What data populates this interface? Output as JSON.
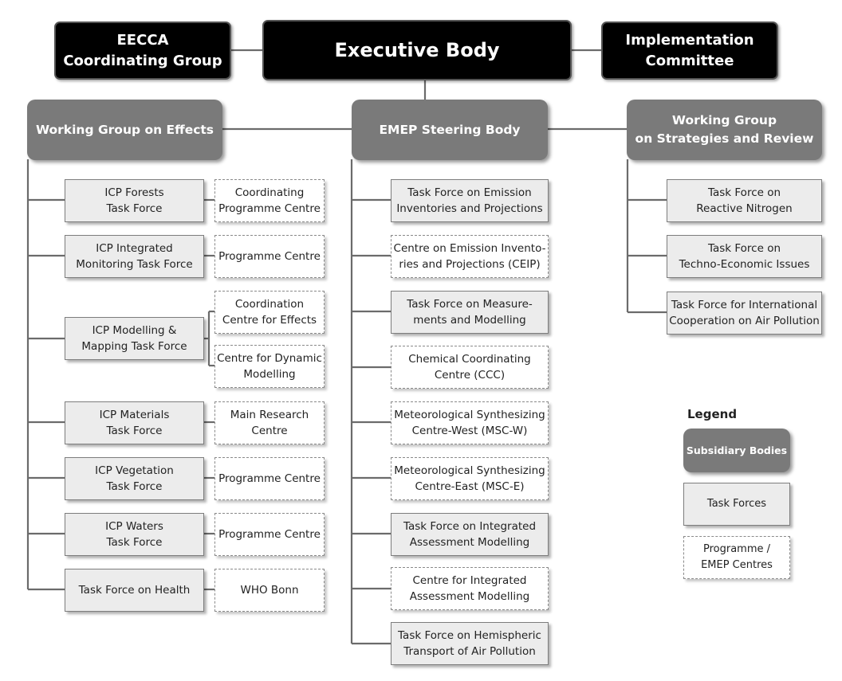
{
  "top": {
    "eecca": "EECCA\nCoordinating Group",
    "executive": "Executive Body",
    "implementation": "Implementation\nCommittee"
  },
  "subsidiary": {
    "effects": "Working Group on Effects",
    "emep": "EMEP Steering Body",
    "strategies": "Working Group\non Strategies and Review"
  },
  "effects": {
    "task_forces": [
      "ICP Forests\nTask Force",
      "ICP Integrated\nMonitoring Task Force",
      "ICP Modelling &\nMapping Task Force",
      "ICP Materials\nTask Force",
      "ICP Vegetation\nTask Force",
      "ICP Waters\nTask Force",
      "Task Force on Health"
    ],
    "centres": [
      "Coordinating\nProgramme Centre",
      "Programme Centre",
      "Coordination\nCentre for Effects",
      "Centre for Dynamic\nModelling",
      "Main Research\nCentre",
      "Programme Centre",
      "Programme Centre",
      "WHO Bonn"
    ]
  },
  "emep": {
    "items": [
      "Task Force on Emission\nInventories and Projections",
      "Centre on Emission Invento-\nries and Projections (CEIP)",
      "Task Force on Measure-\nments and Modelling",
      "Chemical Coordinating\nCentre (CCC)",
      "Meteorological Synthesizing\nCentre-West (MSC-W)",
      "Meteorological Synthesizing\nCentre-East (MSC-E)",
      "Task Force on Integrated\nAssessment Modelling",
      "Centre for Integrated\nAssessment Modelling",
      "Task Force on Hemispheric\nTransport of Air Pollution"
    ]
  },
  "strategies": {
    "task_forces": [
      "Task Force on\nReactive Nitrogen",
      "Task Force on\nTechno-Economic Issues",
      "Task Force for International\nCooperation on Air Pollution"
    ]
  },
  "legend": {
    "title": "Legend",
    "subsidiary": "Subsidiary Bodies",
    "task_forces": "Task Forces",
    "centres": "Programme /\nEMEP Centres"
  }
}
